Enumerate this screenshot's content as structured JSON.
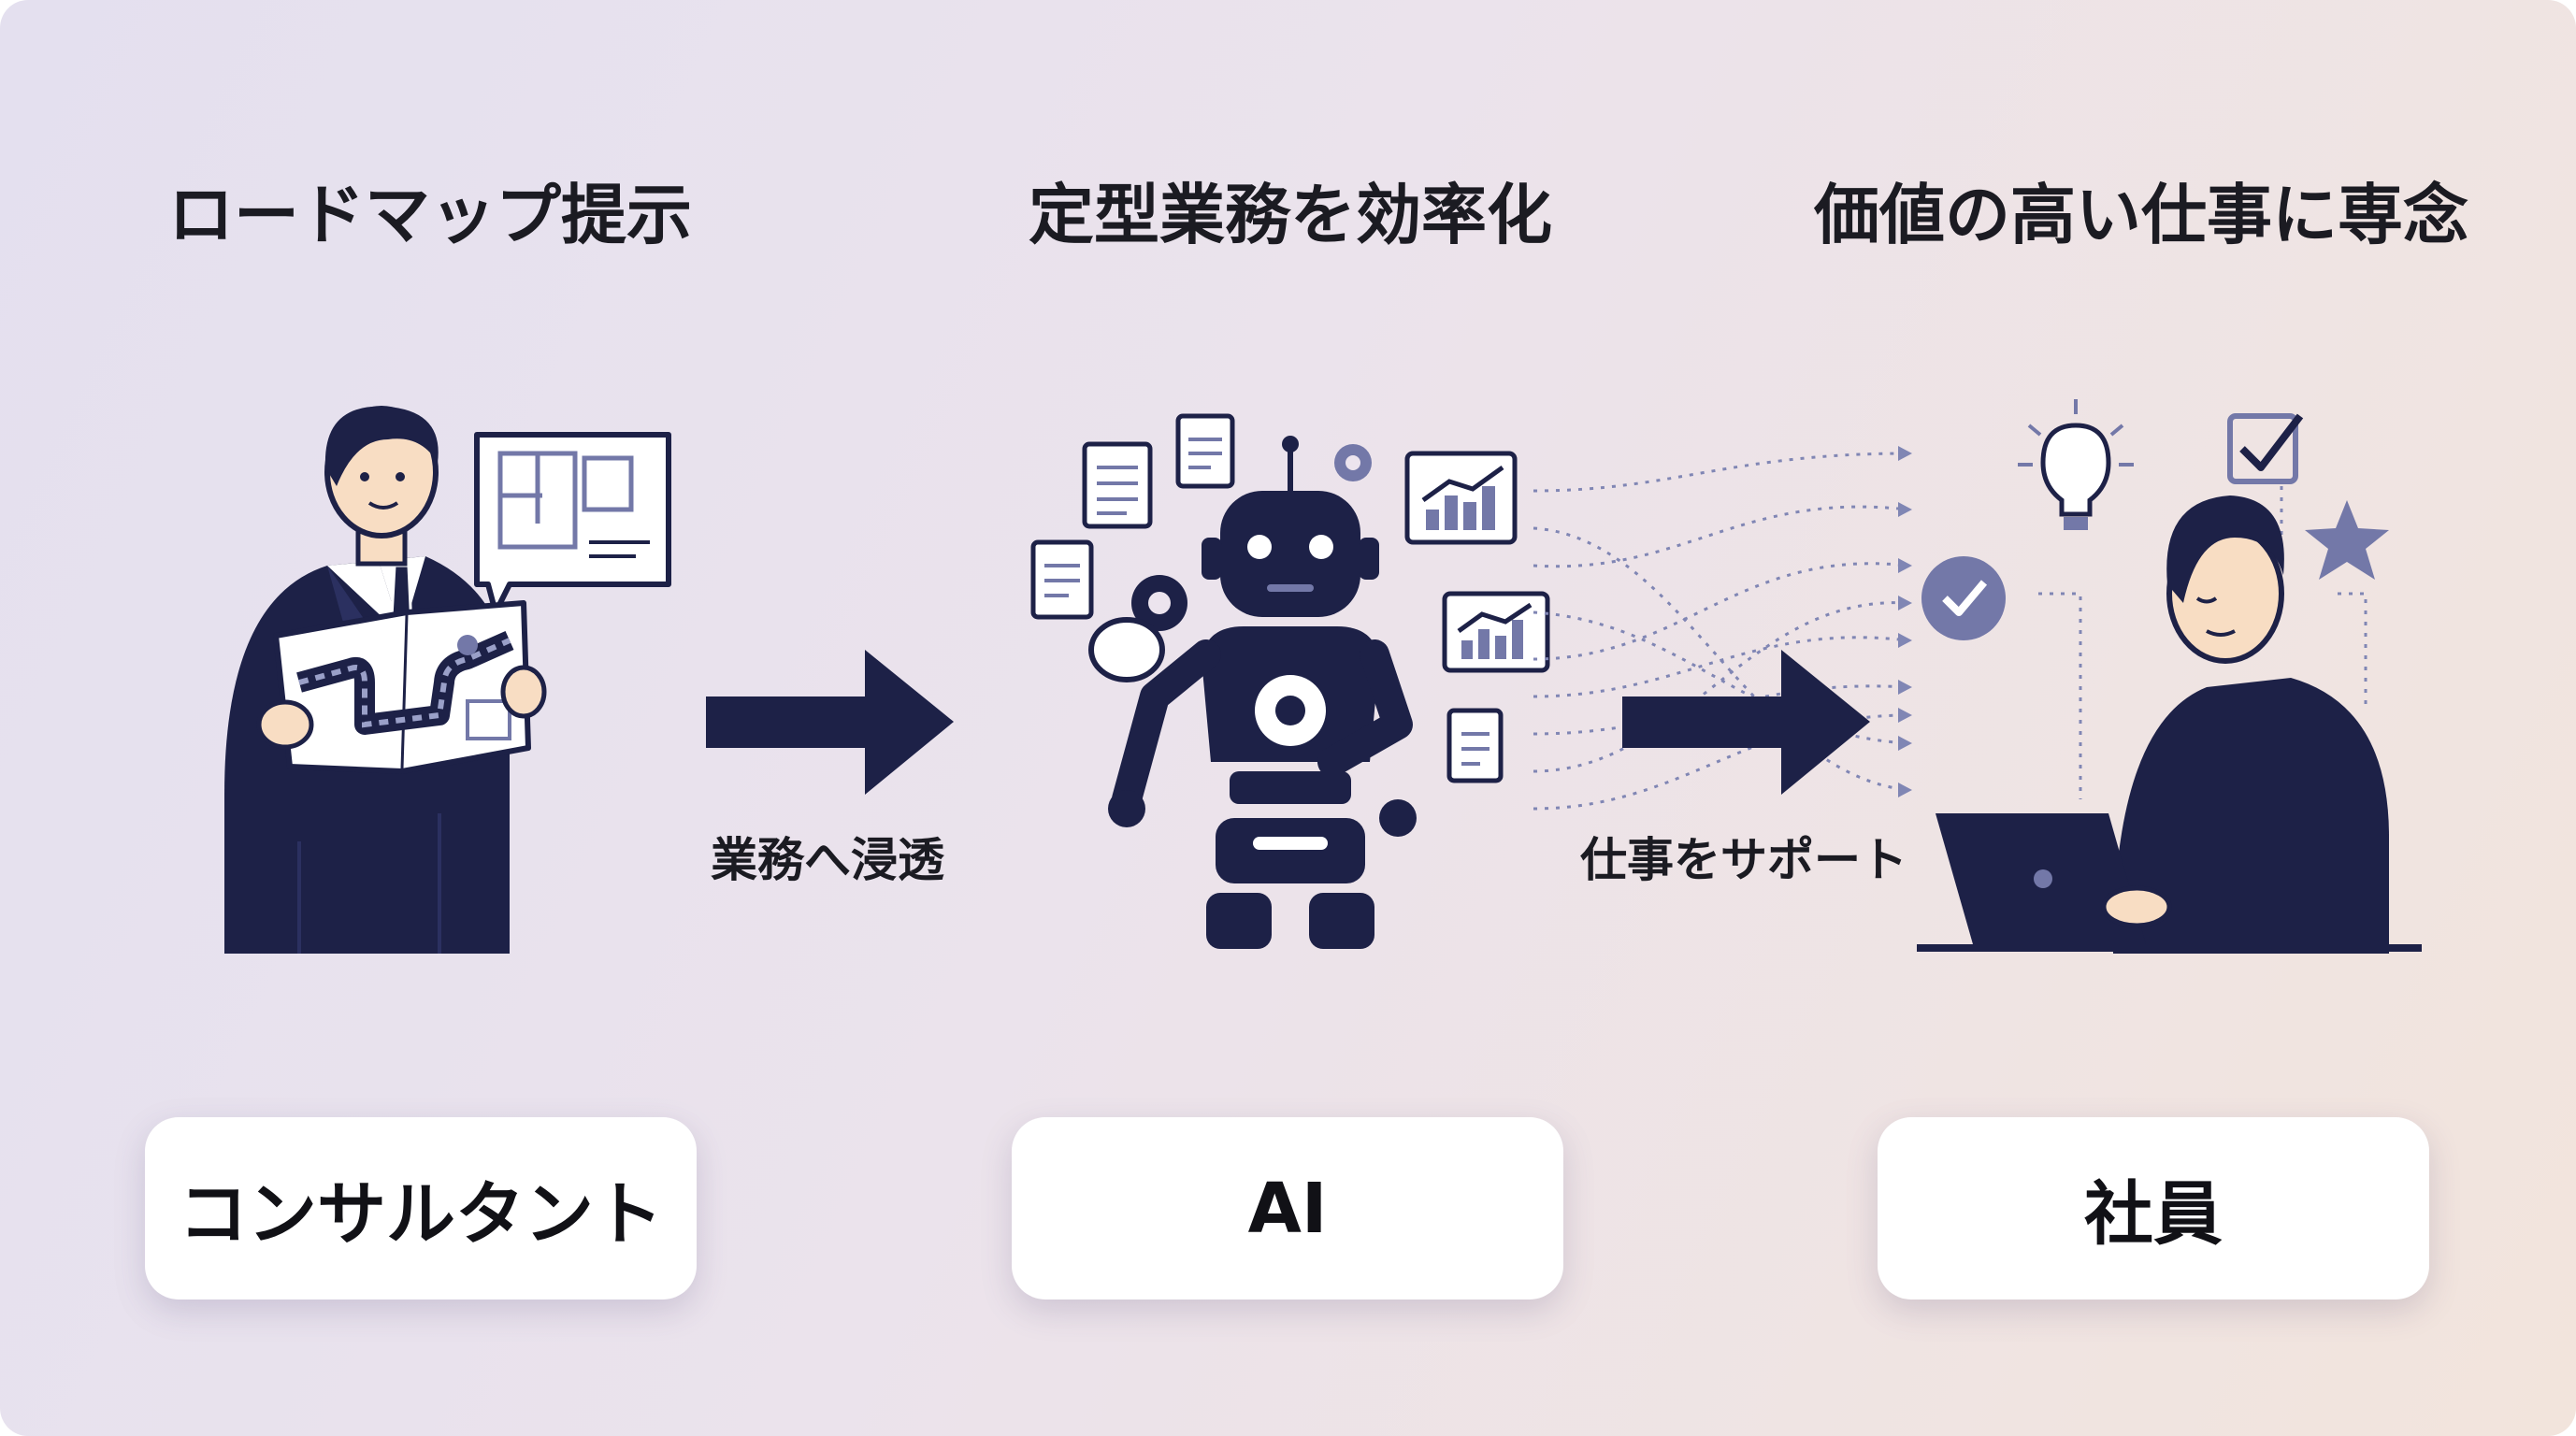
{
  "colors": {
    "navy": "#1d2147",
    "accent": "#7378a8",
    "skin": "#f8ddc3",
    "background_start": "#e4e0ef",
    "background_end": "#f2e4dc"
  },
  "stages": [
    {
      "heading": "ロードマップ提示",
      "label": "コンサルタント",
      "icon": "consultant-with-map-icon"
    },
    {
      "heading": "定型業務を効率化",
      "label": "AI",
      "icon": "robot-icon"
    },
    {
      "heading": "価値の高い仕事に専念",
      "label": "社員",
      "icon": "employee-at-laptop-icon"
    }
  ],
  "transitions": [
    {
      "label": "業務へ浸透",
      "icon": "right-arrow-icon"
    },
    {
      "label": "仕事をサポート",
      "icon": "right-arrow-icon"
    }
  ]
}
